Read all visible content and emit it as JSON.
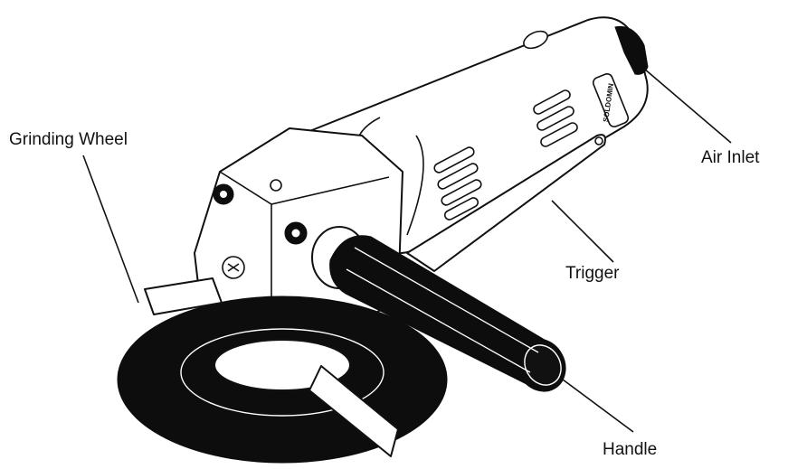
{
  "labels": {
    "grinding_wheel": "Grinding Wheel",
    "air_inlet": "Air Inlet",
    "trigger": "Trigger",
    "handle": "Handle"
  },
  "badge_text": "SOLDOMIN",
  "colors": {
    "ink": "#111111",
    "background": "#ffffff"
  }
}
